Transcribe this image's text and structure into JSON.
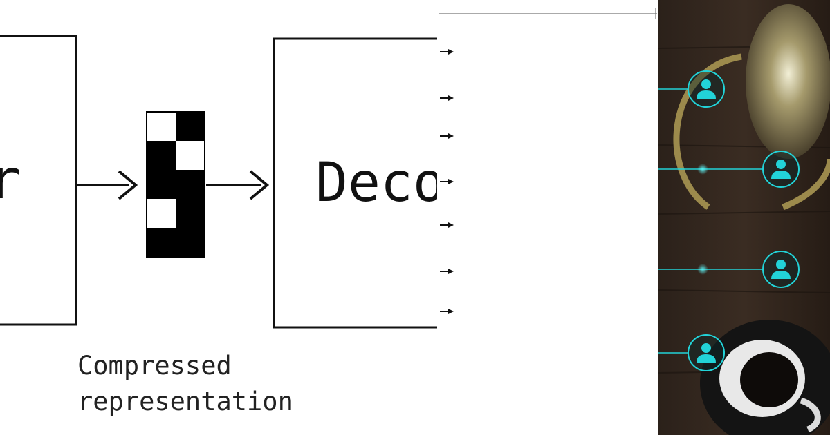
{
  "diagram": {
    "encoder_label": "er",
    "decoder_label": "Deco",
    "caption_line1": "Compressed",
    "caption_line2": "representation",
    "code_cells": [
      [
        0,
        1
      ],
      [
        1,
        0
      ],
      [
        1,
        1
      ],
      [
        0,
        1
      ],
      [
        1,
        1
      ]
    ]
  },
  "arrows_panel": {
    "arrow_count": 7
  },
  "photo": {
    "user_icons": [
      "user-icon",
      "user-icon",
      "user-icon",
      "user-icon"
    ],
    "accent_color": "#22d3d8",
    "background_color": "#2a1f18"
  }
}
